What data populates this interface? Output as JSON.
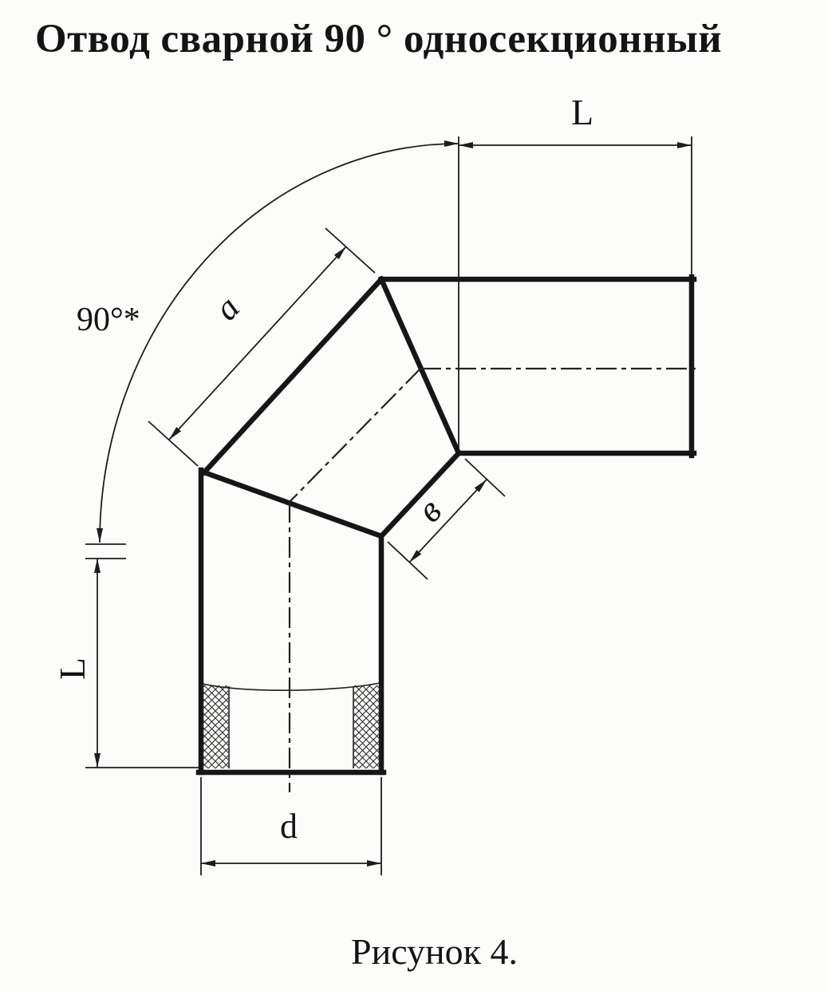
{
  "page": {
    "title": "Отвод сварной 90 ° односекционный",
    "caption": "Рисунок 4."
  },
  "labels": {
    "top_length": "L",
    "left_length": "L",
    "angle": "90°*",
    "dim_a": "a",
    "dim_b": "в",
    "dim_d": "d"
  },
  "colors": {
    "background": "#fcfcfa",
    "line": "#161616"
  }
}
